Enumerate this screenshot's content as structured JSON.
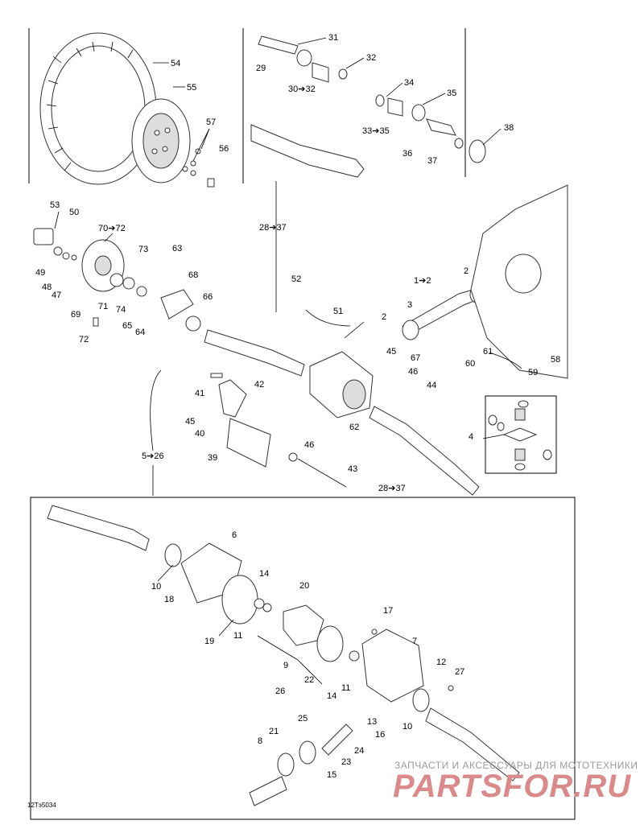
{
  "diagram": {
    "callouts": [
      {
        "id": "c54",
        "label": "54"
      },
      {
        "id": "c55",
        "label": "55"
      },
      {
        "id": "c57",
        "label": "57"
      },
      {
        "id": "c56",
        "label": "56"
      },
      {
        "id": "c31",
        "label": "31"
      },
      {
        "id": "c29",
        "label": "29"
      },
      {
        "id": "c32",
        "label": "32"
      },
      {
        "id": "c30",
        "label": "30➔32"
      },
      {
        "id": "c34",
        "label": "34"
      },
      {
        "id": "c35",
        "label": "35"
      },
      {
        "id": "c33",
        "label": "33➔35"
      },
      {
        "id": "c38",
        "label": "38"
      },
      {
        "id": "c36",
        "label": "36"
      },
      {
        "id": "c37",
        "label": "37"
      },
      {
        "id": "c28a",
        "label": "28➔37"
      },
      {
        "id": "c53",
        "label": "53"
      },
      {
        "id": "c50",
        "label": "50"
      },
      {
        "id": "c70",
        "label": "70➔72"
      },
      {
        "id": "c73",
        "label": "73"
      },
      {
        "id": "c63",
        "label": "63"
      },
      {
        "id": "c49",
        "label": "49"
      },
      {
        "id": "c48",
        "label": "48"
      },
      {
        "id": "c47",
        "label": "47"
      },
      {
        "id": "c69",
        "label": "69"
      },
      {
        "id": "c71",
        "label": "71"
      },
      {
        "id": "c74",
        "label": "74"
      },
      {
        "id": "c65",
        "label": "65"
      },
      {
        "id": "c64",
        "label": "64"
      },
      {
        "id": "c68",
        "label": "68"
      },
      {
        "id": "c66",
        "label": "66"
      },
      {
        "id": "c72",
        "label": "72"
      },
      {
        "id": "c52",
        "label": "52"
      },
      {
        "id": "c1",
        "label": "1➔2"
      },
      {
        "id": "c2a",
        "label": "2"
      },
      {
        "id": "c3",
        "label": "3"
      },
      {
        "id": "c51",
        "label": "51"
      },
      {
        "id": "c2b",
        "label": "2"
      },
      {
        "id": "c45a",
        "label": "45"
      },
      {
        "id": "c67",
        "label": "67"
      },
      {
        "id": "c61",
        "label": "61"
      },
      {
        "id": "c60",
        "label": "60"
      },
      {
        "id": "c58",
        "label": "58"
      },
      {
        "id": "c59",
        "label": "59"
      },
      {
        "id": "c41",
        "label": "41"
      },
      {
        "id": "c42",
        "label": "42"
      },
      {
        "id": "c46a",
        "label": "46"
      },
      {
        "id": "c44",
        "label": "44"
      },
      {
        "id": "c45b",
        "label": "45"
      },
      {
        "id": "c40",
        "label": "40"
      },
      {
        "id": "c62",
        "label": "62"
      },
      {
        "id": "c4",
        "label": "4"
      },
      {
        "id": "c39",
        "label": "39"
      },
      {
        "id": "c46b",
        "label": "46"
      },
      {
        "id": "c43",
        "label": "43"
      },
      {
        "id": "c5",
        "label": "5➔26"
      },
      {
        "id": "c28b",
        "label": "28➔37"
      },
      {
        "id": "c6",
        "label": "6"
      },
      {
        "id": "c10a",
        "label": "10"
      },
      {
        "id": "c18",
        "label": "18"
      },
      {
        "id": "c14a",
        "label": "14"
      },
      {
        "id": "c20",
        "label": "20"
      },
      {
        "id": "c19",
        "label": "19"
      },
      {
        "id": "c11a",
        "label": "11"
      },
      {
        "id": "c17",
        "label": "17"
      },
      {
        "id": "c7",
        "label": "7"
      },
      {
        "id": "c9",
        "label": "9"
      },
      {
        "id": "c22",
        "label": "22"
      },
      {
        "id": "c12",
        "label": "12"
      },
      {
        "id": "c27",
        "label": "27"
      },
      {
        "id": "c26",
        "label": "26"
      },
      {
        "id": "c14b",
        "label": "14"
      },
      {
        "id": "c11b",
        "label": "11"
      },
      {
        "id": "c10b",
        "label": "10"
      },
      {
        "id": "c25",
        "label": "25"
      },
      {
        "id": "c13",
        "label": "13"
      },
      {
        "id": "c16",
        "label": "16"
      },
      {
        "id": "c8",
        "label": "8"
      },
      {
        "id": "c21",
        "label": "21"
      },
      {
        "id": "c24",
        "label": "24"
      },
      {
        "id": "c23",
        "label": "23"
      },
      {
        "id": "c15",
        "label": "15"
      }
    ],
    "reference_code": "12Тэ5034"
  },
  "watermark": {
    "tagline": "ЗАПЧАСТИ И АКСЕССУАРЫ ДЛЯ МОТОТЕХНИКИ",
    "logo": "PARTSFOR.RU"
  },
  "colors": {
    "line": "#000000",
    "watermark_text": "#9a9a9a",
    "watermark_logo": "#d98a8a"
  }
}
